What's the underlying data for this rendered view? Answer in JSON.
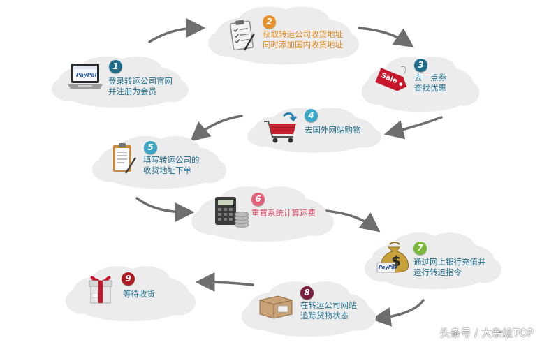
{
  "steps": [
    {
      "num": "1",
      "lines": [
        "登录转运公司官网",
        "并注册为会员"
      ],
      "color": "#1f6e8c",
      "icon": "laptop-paypal-icon"
    },
    {
      "num": "2",
      "lines": [
        "获取转运公司收货地址",
        "同时添加国内收货地址"
      ],
      "color": "#e8912a",
      "icon": "clipboard-checklist-icon"
    },
    {
      "num": "3",
      "lines": [
        "去一点券",
        "查找优惠"
      ],
      "color": "#1f6e8c",
      "icon": "sale-tag-icon"
    },
    {
      "num": "4",
      "lines": [
        "去国外网站购物"
      ],
      "color": "#3aa6c8",
      "icon": "shopping-cart-icon"
    },
    {
      "num": "5",
      "lines": [
        "填写转运公司的",
        "收货地址下单"
      ],
      "color": "#3aa6c8",
      "icon": "order-form-icon"
    },
    {
      "num": "6",
      "lines": [
        "重置系统计算运费"
      ],
      "color": "#e4607a",
      "icon": "calculator-coins-icon"
    },
    {
      "num": "7",
      "lines": [
        "通过网上银行充值并",
        "运行转运指令"
      ],
      "color": "#7ab83a",
      "icon": "paypal-money-bag-icon"
    },
    {
      "num": "8",
      "lines": [
        "在转运公司网站",
        "追踪货物状态"
      ],
      "color": "#7a1c3c",
      "icon": "package-box-icon"
    },
    {
      "num": "9",
      "lines": [
        "等待收货"
      ],
      "color": "#b01f24",
      "icon": "gift-box-icon"
    }
  ],
  "icon_text": {
    "sale": "Sale",
    "paypal": "PayPal"
  },
  "watermark": "头条号 / 大杂烩TOP"
}
